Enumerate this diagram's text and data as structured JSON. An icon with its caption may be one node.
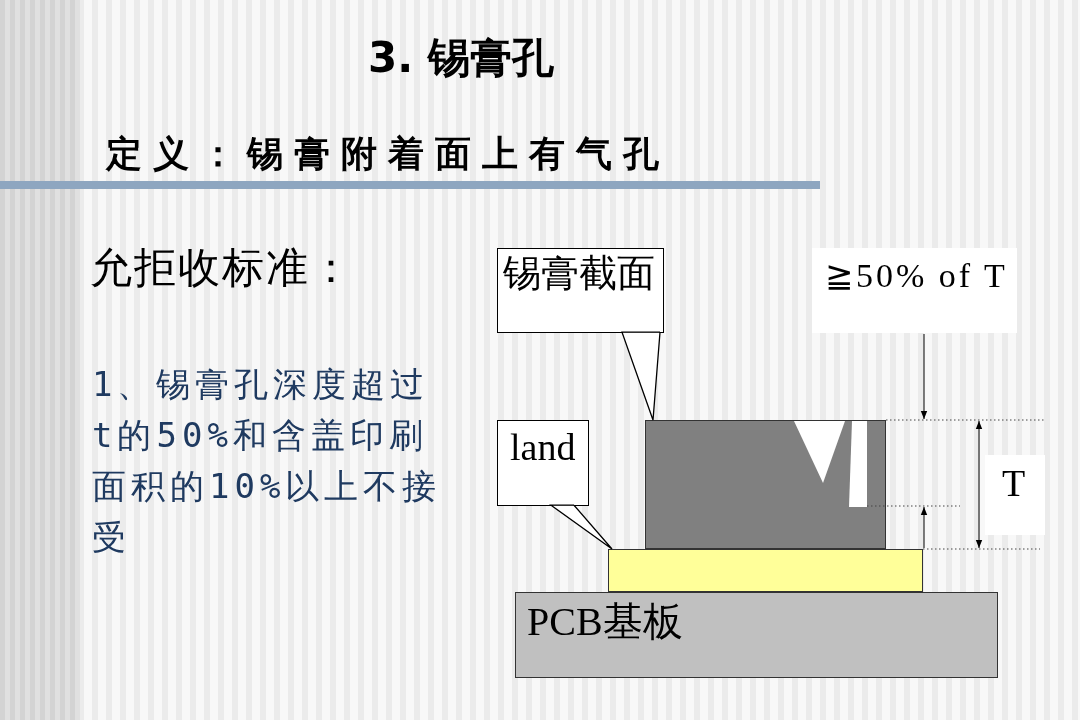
{
  "diagram": {
    "title": "3. 锡膏孔",
    "nodes": [
      {
        "text": [
          "锡膏截面"
        ]
      },
      {
        "text": [
          "≧50% of T"
        ]
      },
      {
        "text": [
          "land"
        ]
      },
      {
        "text": [],
        "shape": "box"
      },
      {
        "text": [
          "T"
        ]
      },
      {
        "text": [],
        "shape": "box"
      },
      {
        "text": [
          "PCB基板"
        ]
      }
    ],
    "edges": [
      {
        "from": 0,
        "to": 3,
        "arrow": "none"
      },
      {
        "from": 2,
        "to": 5,
        "arrow": "none"
      }
    ],
    "labels": [
      "定义：锡膏附着面上有气孔",
      "允拒收标准：",
      "1、锡膏孔深度超过t的50%和含盖印刷面积的10%以上不接受"
    ]
  }
}
